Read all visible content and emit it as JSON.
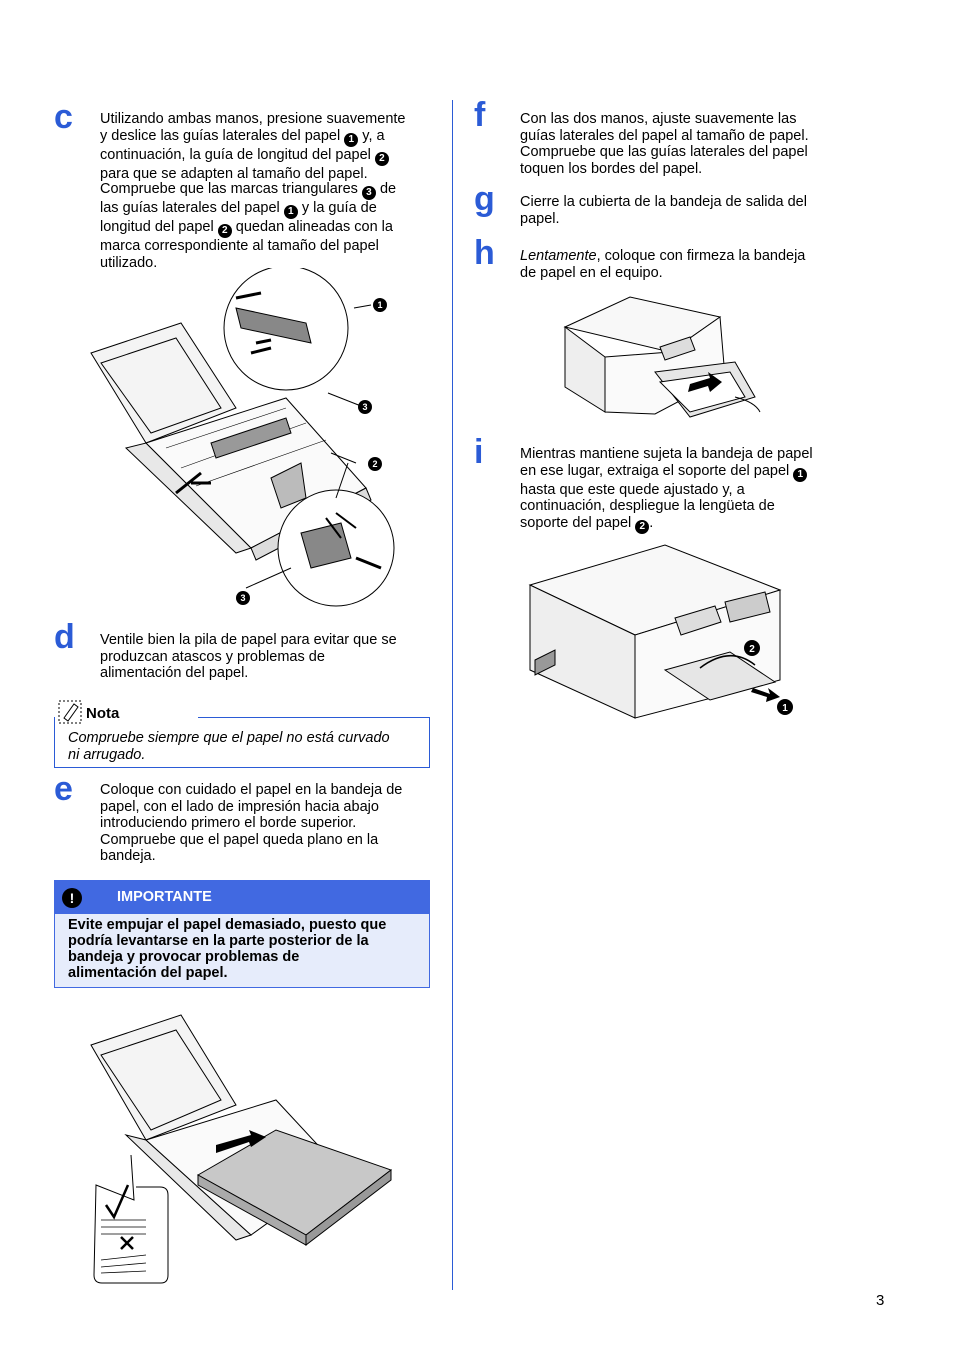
{
  "page_number": "3",
  "steps": {
    "c": {
      "letter": "c",
      "p1": [
        "Utilizando ambas manos, presione suavemente",
        "y deslice las guías laterales del papel",
        "y, a",
        "continuación, la guía de longitud del papel",
        "para que se adapten al tamaño del papel."
      ],
      "p2": [
        "Compruebe que las marcas triangulares",
        "de",
        "las guías laterales del papel",
        "y la guía de",
        "longitud del papel",
        "quedan alineadas con la",
        "marca correspondiente al tamaño del papel",
        "utilizado."
      ]
    },
    "d": {
      "letter": "d",
      "lines": [
        "Ventile bien la pila de papel para evitar que se",
        "produzcan atascos y problemas de",
        "alimentación del papel."
      ]
    },
    "e": {
      "letter": "e",
      "lines": [
        "Coloque con cuidado el papel en la bandeja de",
        "papel, con el lado de impresión hacia abajo",
        "introduciendo primero el borde superior.",
        "Compruebe que el papel queda plano en la",
        "bandeja."
      ]
    },
    "f": {
      "letter": "f",
      "lines": [
        "Con las dos manos, ajuste suavemente las",
        "guías laterales del papel al tamaño de papel.",
        "Compruebe que las guías laterales del papel",
        "toquen los bordes del papel."
      ]
    },
    "g": {
      "letter": "g",
      "lines": [
        "Cierre la cubierta de la bandeja de salida del",
        "papel."
      ]
    },
    "h": {
      "letter": "h",
      "emph": "Lentamente",
      "rest": ", coloque con firmeza la bandeja",
      "line2": "de papel en el equipo."
    },
    "i": {
      "letter": "i",
      "lines": [
        "Mientras mantiene sujeta la bandeja de papel",
        "en ese lugar, extraiga el soporte del papel",
        "hasta que este quede ajustado y, a",
        "continuación, despliegue la lengüeta de",
        "soporte del papel",
        "."
      ]
    }
  },
  "callouts": {
    "one": "1",
    "two": "2",
    "three": "3"
  },
  "note": {
    "title": "Nota",
    "lines": [
      "Compruebe siempre que el papel no está curvado",
      "ni arrugado."
    ]
  },
  "important": {
    "icon": "!",
    "title": "IMPORTANTE",
    "lines": [
      "Evite empujar el papel demasiado, puesto que",
      "podría levantarse en la parte posterior de la",
      "bandeja y provocar problemas de",
      "alimentación del papel."
    ]
  },
  "colors": {
    "accent": "#2b5bd6",
    "important_header": "#4169e1",
    "important_body": "#e6ecfb"
  }
}
